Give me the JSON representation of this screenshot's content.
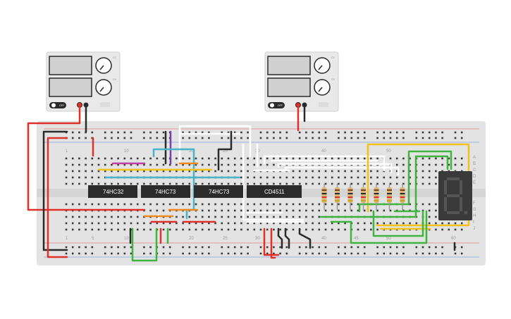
{
  "canvas": {
    "background": "#ffffff"
  },
  "breadboard": {
    "color": "#e3e3e3",
    "hole_color": "#3a3a3a",
    "top_column_numbers": [
      "1",
      "10",
      "20",
      "25",
      "30",
      "40",
      "50"
    ],
    "bottom_column_numbers": [
      "1",
      "5",
      "10",
      "20",
      "25",
      "30",
      "40",
      "45",
      "50",
      "60"
    ],
    "top_row_letters": [
      "A",
      "B",
      "C",
      "D",
      "E"
    ],
    "bottom_row_letters": [
      "F",
      "G",
      "H",
      "I",
      "J"
    ]
  },
  "power_supplies": [
    {
      "id": "psu-left",
      "switch_label": "OFF",
      "knob_labels": [
        "CC",
        "CV"
      ]
    },
    {
      "id": "psu-right",
      "switch_label": "OFF",
      "knob_labels": [
        "CC",
        "CV"
      ]
    }
  ],
  "chips": [
    {
      "id": "chip-1",
      "label": "74HC32"
    },
    {
      "id": "chip-2",
      "label": "74HC73"
    },
    {
      "id": "chip-3",
      "label": "74HC73"
    },
    {
      "id": "chip-4",
      "label": "CD4511"
    }
  ],
  "resistors": {
    "count": 7
  },
  "seven_segment": {
    "digit": "8",
    "decimal_point": true
  },
  "colors": {
    "red": "#e0302a",
    "black": "#2a2a2a",
    "white": "#ffffff",
    "green": "#3fb43f",
    "yellow": "#f2c21b",
    "cyan": "#4ab3c9",
    "purple": "#7a3fb0",
    "magenta": "#c23fa8",
    "orange": "#f08a1e",
    "chip": "#2b2b2b"
  }
}
